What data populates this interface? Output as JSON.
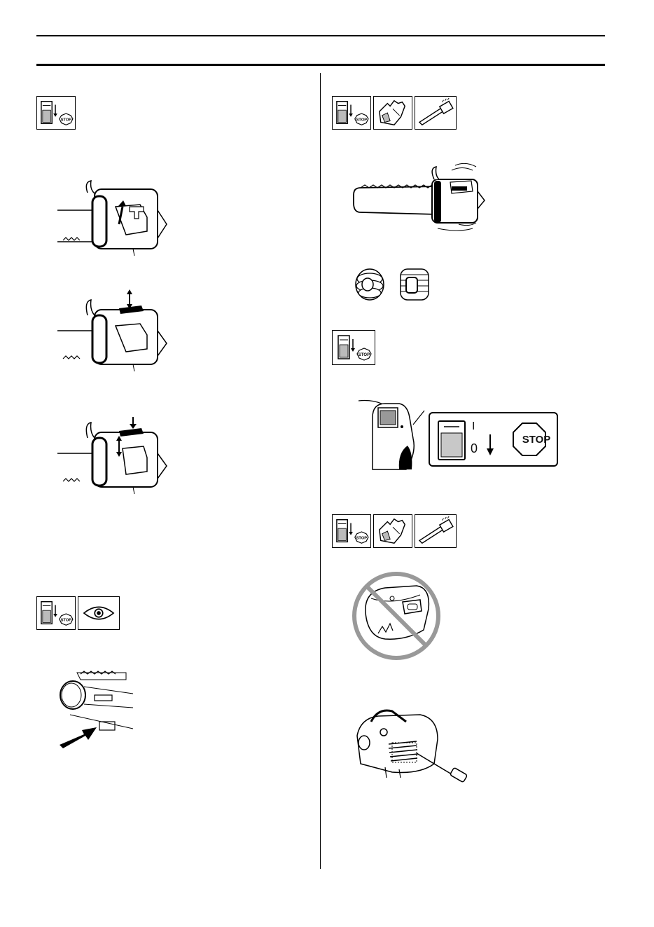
{
  "symbols": {
    "stop_text": "STOP"
  },
  "stop_switch": {
    "on_mark": "I",
    "off_mark": "0",
    "stop_text": "STOP"
  },
  "colors": {
    "ink": "#000000",
    "switch_fill": "#c8c8c8",
    "prohibited_circle": "#999999"
  }
}
